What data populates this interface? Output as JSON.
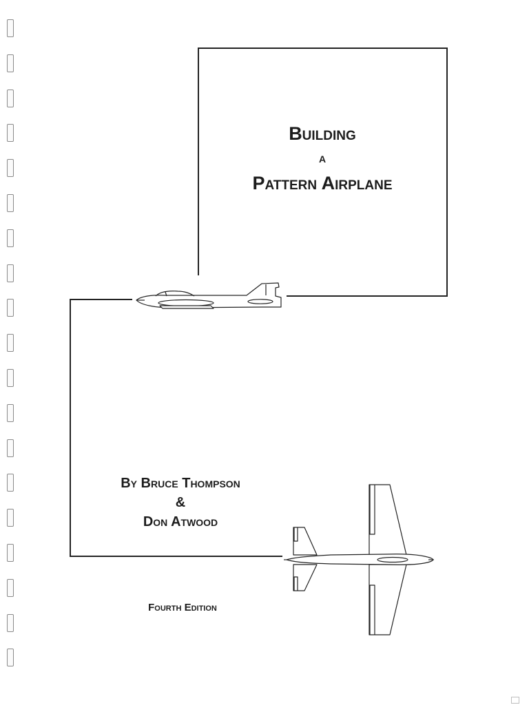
{
  "cover": {
    "title_line_1": "Building",
    "title_line_2": "a",
    "title_line_3": "Pattern Airplane",
    "author_line_1": "By Bruce Thompson",
    "author_line_2": "&",
    "author_line_3": "Don Atwood",
    "edition": "Fourth Edition"
  },
  "illustrations": {
    "side_view": "pattern-airplane-side-view",
    "top_view": "pattern-airplane-top-view"
  },
  "decor": {
    "binding_hole_count": 19,
    "line_color": "#222222",
    "hole_color": "#8a8a8a"
  }
}
